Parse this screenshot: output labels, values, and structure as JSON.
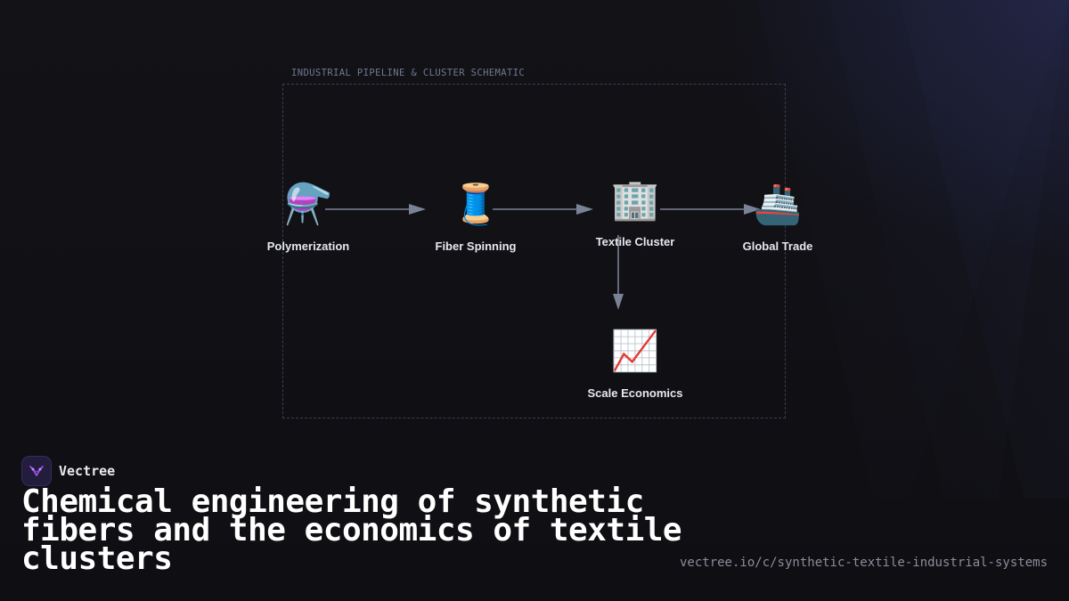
{
  "diagram": {
    "frame_label": "INDUSTRIAL PIPELINE & CLUSTER SCHEMATIC",
    "nodes": [
      {
        "icon": "⚗️",
        "icon_name": "alembic-icon",
        "label": "Polymerization"
      },
      {
        "icon": "🧵",
        "icon_name": "thread-spool-icon",
        "label": "Fiber Spinning"
      },
      {
        "icon": "🏢",
        "icon_name": "office-building-icon",
        "label": "Textile Cluster"
      },
      {
        "icon": "🚢",
        "icon_name": "ship-icon",
        "label": "Global Trade"
      },
      {
        "icon": "📈",
        "icon_name": "chart-increasing-icon",
        "label": "Scale Economics"
      }
    ],
    "edges": [
      {
        "from": "Polymerization",
        "to": "Fiber Spinning"
      },
      {
        "from": "Fiber Spinning",
        "to": "Textile Cluster"
      },
      {
        "from": "Textile Cluster",
        "to": "Global Trade"
      },
      {
        "from": "Textile Cluster",
        "to": "Scale Economics"
      }
    ],
    "colors": {
      "arrow": "#7a8296",
      "frame": "#3a3f4c"
    }
  },
  "brand": {
    "name": "Vectree",
    "logo_icon": "vectree-logo-icon",
    "accent": "#a259e6"
  },
  "headline": "Chemical engineering of synthetic fibers and the economics of textile clusters",
  "url": "vectree.io/c/synthetic-textile-industrial-systems"
}
